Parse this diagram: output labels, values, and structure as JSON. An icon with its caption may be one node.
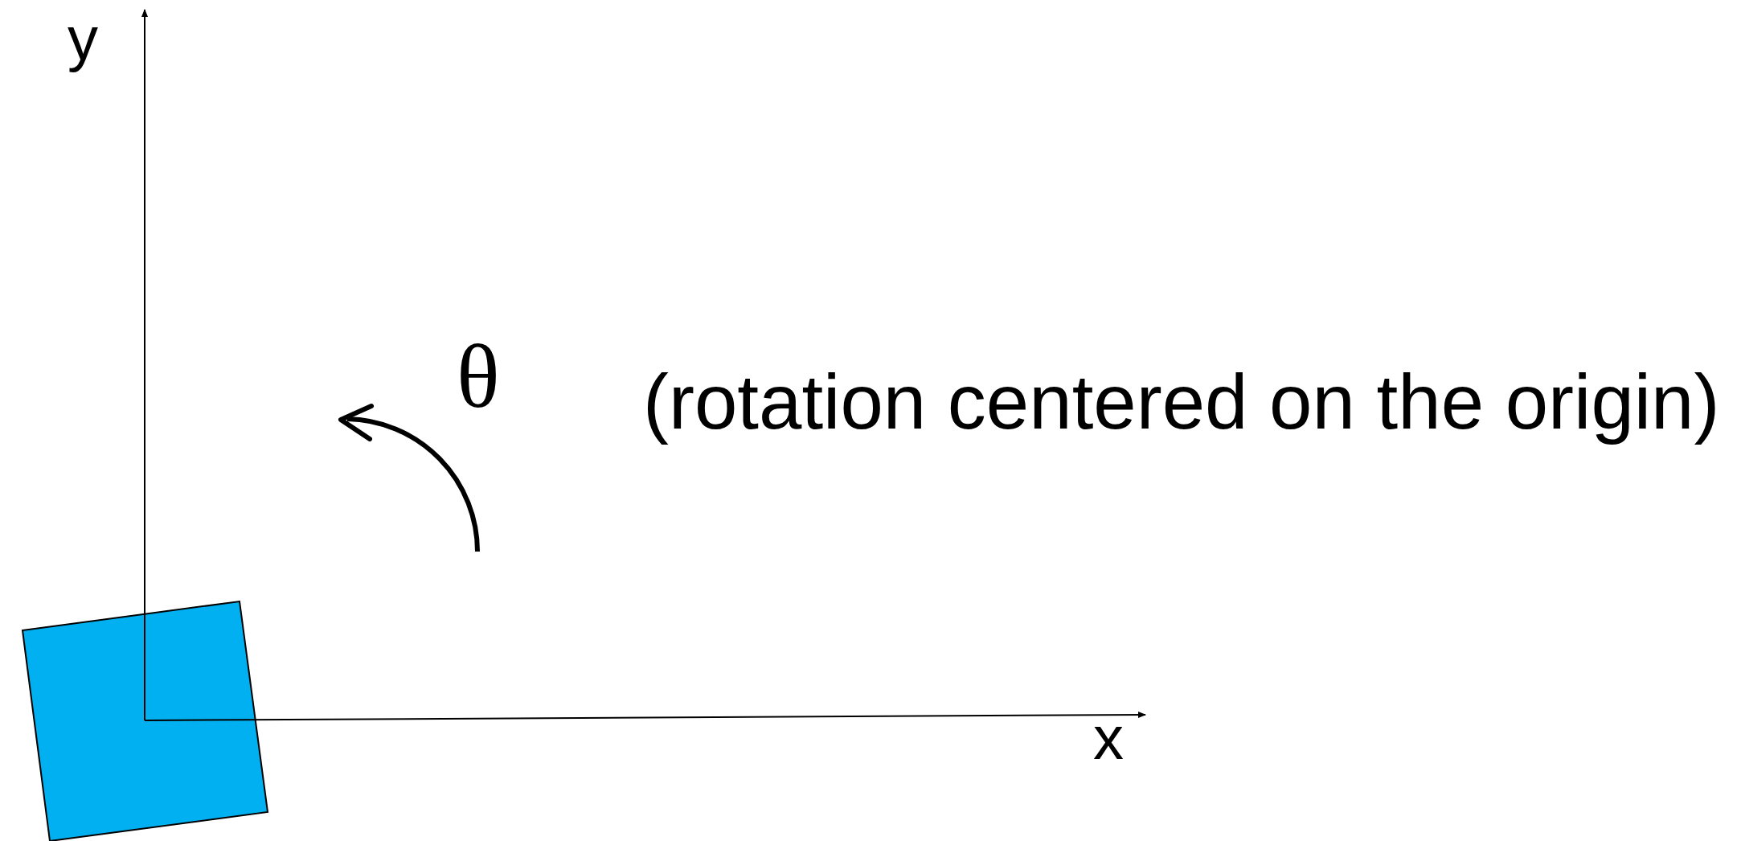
{
  "diagram": {
    "nodes": [
      {
        "text": [],
        "shape": "box"
      }
    ],
    "labels": [
      "y",
      "θ",
      "(rotation centered on the origin)",
      "x"
    ]
  }
}
